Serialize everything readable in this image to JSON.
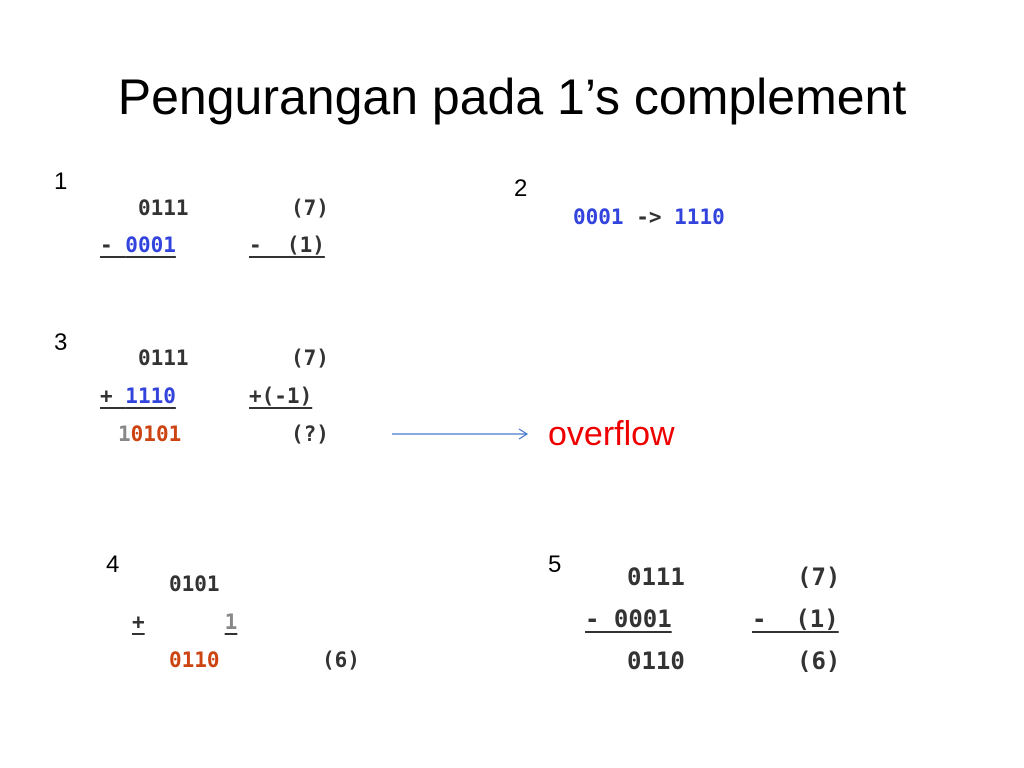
{
  "title": "Pengurangan pada 1’s complement",
  "colors": {
    "blue": "#3344dd",
    "orange": "#cc4411",
    "red": "#ee0000",
    "arrow": "#4477cc"
  },
  "ex1": {
    "num": "1",
    "row1_bin": "0111",
    "row1_dec": "(7)",
    "row2_op": "- ",
    "row2_bin": "0001",
    "row2_dec": "-  (1)"
  },
  "ex2": {
    "num": "2",
    "from": "0001",
    "arrow": " -> ",
    "to": "1110"
  },
  "ex3": {
    "num": "3",
    "row1_bin": "0111",
    "row1_dec": "(7)",
    "row2_op": "+ ",
    "row2_bin": "1110",
    "row2_dec": "+(-1)",
    "row3_carry": "1",
    "row3_bin": "0101",
    "row3_dec": "(?)",
    "overflow_label": "overflow"
  },
  "ex4": {
    "num": "4",
    "row1_bin": "0101",
    "row2_op": "+",
    "row2_bin": "1",
    "row3_bin": "0110",
    "row3_dec": "(6)"
  },
  "ex5": {
    "num": "5",
    "row1_bin": "0111",
    "row1_dec": "(7)",
    "row2_bin": "- 0001",
    "row2_dec": "-  (1)",
    "row3_bin": "0110",
    "row3_dec": "(6)"
  }
}
